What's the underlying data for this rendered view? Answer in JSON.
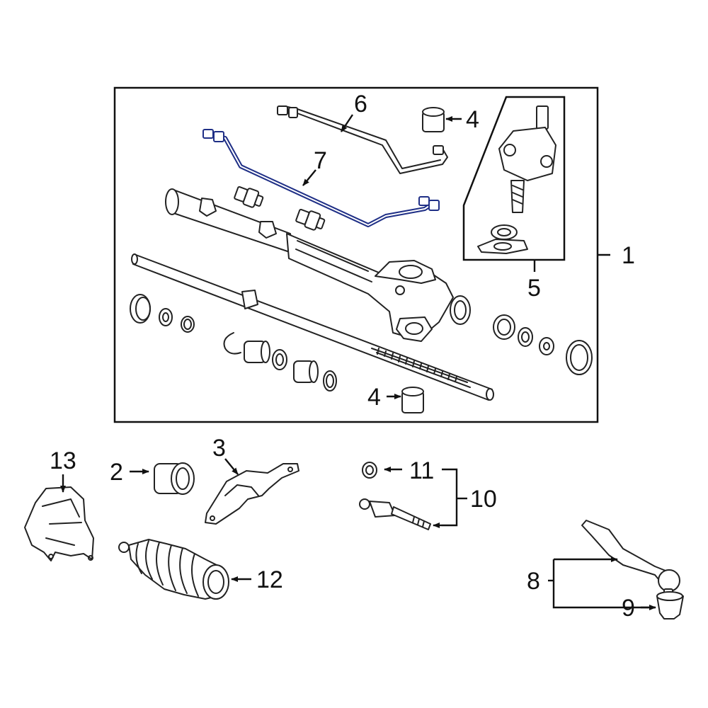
{
  "colors": {
    "background": "#ffffff",
    "line": "#222222",
    "highlight": "#1f2f86"
  },
  "callouts": {
    "c1": "1",
    "c2": "2",
    "c3": "3",
    "c4_top": "4",
    "c4_bottom": "4",
    "c5": "5",
    "c6": "6",
    "c7": "7",
    "c8": "8",
    "c9": "9",
    "c10": "10",
    "c11": "11",
    "c12": "12",
    "c13": "13"
  },
  "highlighted_part": "7"
}
